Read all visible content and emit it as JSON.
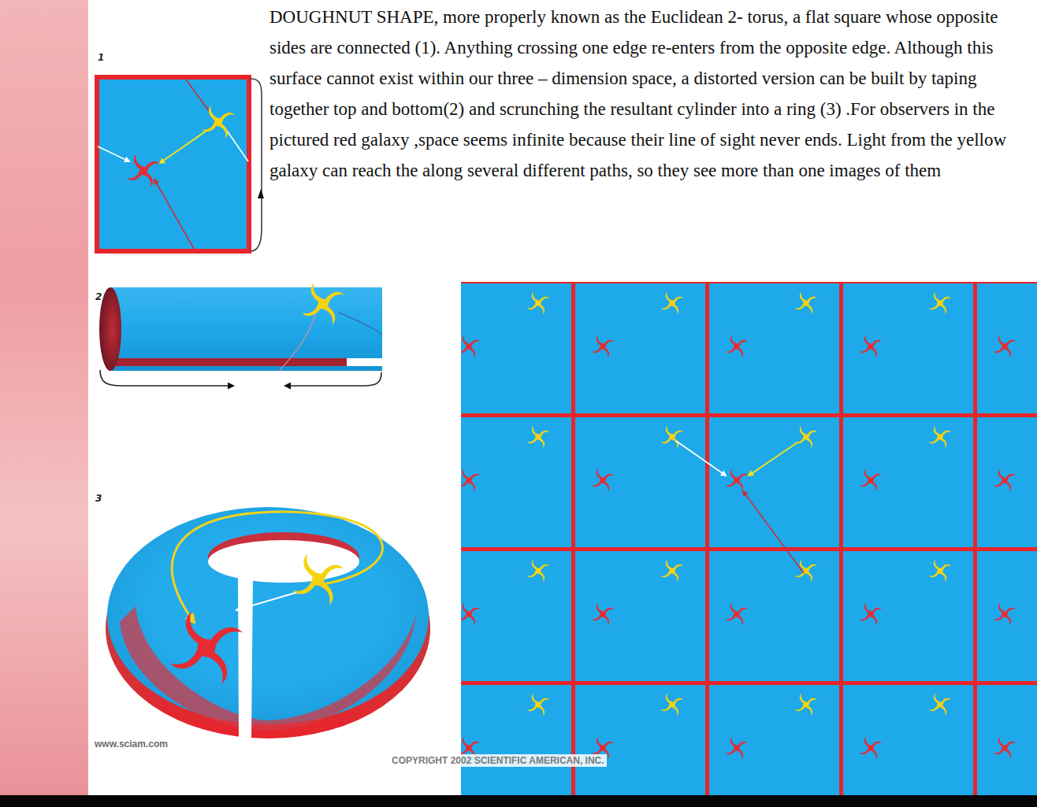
{
  "diagram": {
    "caption": "DOUGHNUT SHAPE, more properly known as the Euclidean 2- torus, a flat square whose opposite sides are connected (1). Anything crossing one edge re-enters from the opposite edge. Although this surface cannot exist within our three – dimension space, a distorted version can be built by taping together top and bottom(2) and scrunching the resultant cylinder into a ring (3) .For observers in the pictured red galaxy ,space seems infinite because their line of sight never ends. Light from the yellow galaxy can reach the along several different paths, so they see more than one images of them",
    "labels": [
      "1",
      "2",
      "3",
      "www.sciam.com",
      "COPYRIGHT 2002 SCIENTIFIC AMERICAN, INC."
    ]
  }
}
